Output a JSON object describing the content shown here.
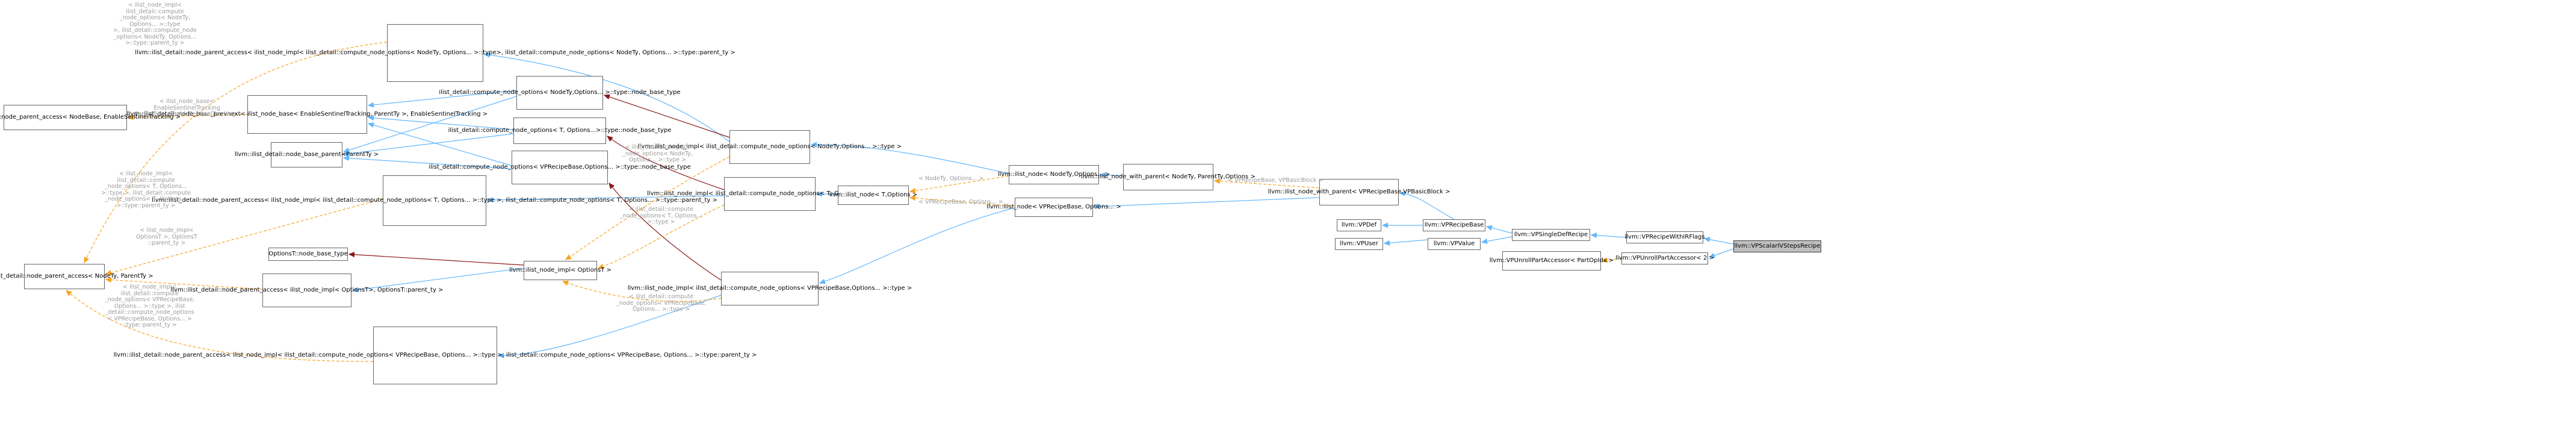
{
  "colors": {
    "inherit": "#63b8ff",
    "template": "#f6a522",
    "usage": "#8b1a1a",
    "node_border": "#666666",
    "root_fill": "#bfbfbf",
    "label_text": "#9a9a9a"
  },
  "nodes": [
    {
      "id": "n_npa_nb",
      "type": "class",
      "lines": [
        "llvm::ilist_detail",
        "::node_parent_access",
        "< NodeBase, EnableSentinelTracking >"
      ]
    },
    {
      "id": "n_npa_nt",
      "type": "class",
      "lines": [
        "llvm::ilist_detail",
        "::node_parent_access",
        "< NodeTy, ParentTy >"
      ]
    },
    {
      "id": "n_nbp_t",
      "type": "class",
      "lines": [
        "llvm::ilist_detail",
        "::node_base_prevnext",
        "< ilist_node_base< EnableSentinel",
        "Tracking, ParentTy >, EnableSentinel",
        "Tracking >"
      ]
    },
    {
      "id": "n_nbparent",
      "type": "class",
      "lines": [
        "llvm::ilist_detail",
        "::node_base_parent<",
        "ParentTy >"
      ]
    },
    {
      "id": "n_npa_top",
      "type": "class",
      "lines": [
        "llvm::ilist_detail",
        "::node_parent_access",
        "< ilist_node_impl< ilist",
        "_detail::compute_node_options",
        "< NodeTy, Options... >::type",
        ">, ilist_detail::compute_node",
        "_options< NodeTy, Options... >",
        "::type::parent_ty >"
      ]
    },
    {
      "id": "n_cno_nt",
      "type": "class",
      "lines": [
        "ilist_detail::compute",
        "_node_options< NodeTy,",
        "Options... >::type::node",
        "_base_type"
      ]
    },
    {
      "id": "n_cno_t",
      "type": "class",
      "lines": [
        "ilist_detail::compute",
        "_node_options< T, Options...",
        ">::type::node_base_type"
      ]
    },
    {
      "id": "n_cno_vpr",
      "type": "class",
      "lines": [
        "ilist_detail::compute",
        "_node_options< VPRecipeBase,",
        "Options... >::type::node",
        "_base_type"
      ]
    },
    {
      "id": "n_npa_mid",
      "type": "class",
      "lines": [
        "llvm::ilist_detail",
        "::node_parent_access",
        "< ilist_node_impl< ilist",
        "_detail::compute_node_options",
        "< T, Options... >::type >, ilist",
        "_detail::compute_node_options",
        "< T, Options... >::type::parent_ty >"
      ]
    },
    {
      "id": "n_opt_nbt",
      "type": "class",
      "lines": [
        "OptionsT::node_base_type"
      ]
    },
    {
      "id": "n_npa_opt",
      "type": "class",
      "lines": [
        "llvm::ilist_detail",
        "::node_parent_access",
        "< ilist_node_impl< OptionsT",
        ">, OptionsT::parent_ty >"
      ]
    },
    {
      "id": "n_npa_bot",
      "type": "class",
      "lines": [
        "llvm::ilist_detail",
        "::node_parent_access",
        "< ilist_node_impl< ilist",
        "_detail::compute_node_options",
        "< VPRecipeBase, Options... >",
        "::type >, ilist_detail::compute",
        "_node_options< VPRecipeBase, Options... >",
        "::type::parent_ty >"
      ]
    },
    {
      "id": "n_impl_opt",
      "type": "class",
      "lines": [
        "llvm::ilist_node_impl",
        "< OptionsT >"
      ]
    },
    {
      "id": "n_impl_nt",
      "type": "class",
      "lines": [
        "llvm::ilist_node_impl",
        "< ilist_detail::compute",
        "_node_options< NodeTy,",
        "Options... >::type >"
      ]
    },
    {
      "id": "n_impl_t",
      "type": "class",
      "lines": [
        "llvm::ilist_node_impl",
        "< ilist_detail::compute",
        "_node_options< T, Options...",
        ">::type >"
      ]
    },
    {
      "id": "n_impl_vpr",
      "type": "class",
      "lines": [
        "llvm::ilist_node_impl",
        "< ilist_detail::compute",
        "_node_options< VPRecipeBase,",
        "Options... >::type >"
      ]
    },
    {
      "id": "n_node_t",
      "type": "class",
      "lines": [
        "llvm::ilist_node< T,",
        "Options >"
      ]
    },
    {
      "id": "n_node_nt",
      "type": "class",
      "lines": [
        "llvm::ilist_node< NodeTy,",
        "Options... >"
      ]
    },
    {
      "id": "n_node_vpr",
      "type": "class",
      "lines": [
        "llvm::ilist_node< VPRecipe",
        "Base, Options... >"
      ]
    },
    {
      "id": "n_nwp_t",
      "type": "class",
      "lines": [
        "llvm::ilist_node_with",
        "_parent< NodeTy, ParentTy,",
        "Options >"
      ]
    },
    {
      "id": "n_nwp_vpr",
      "type": "class",
      "lines": [
        "llvm::ilist_node_with",
        "_parent< VPRecipeBase,",
        "VPBasicBlock >"
      ]
    },
    {
      "id": "n_vpdef",
      "type": "class",
      "lines": [
        "llvm::VPDef"
      ]
    },
    {
      "id": "n_vpuser",
      "type": "class",
      "lines": [
        "llvm::VPUser"
      ]
    },
    {
      "id": "n_vprb",
      "type": "class",
      "lines": [
        "llvm::VPRecipeBase"
      ]
    },
    {
      "id": "n_vpvalue",
      "type": "class",
      "lines": [
        "llvm::VPValue"
      ]
    },
    {
      "id": "n_vpsdr",
      "type": "class",
      "lines": [
        "llvm::VPSingleDefRecipe"
      ]
    },
    {
      "id": "n_vpupa_t",
      "type": "class",
      "lines": [
        "llvm::VPUnrollPartAccessor",
        "< PartOpIdx >"
      ]
    },
    {
      "id": "n_vprwf",
      "type": "class",
      "lines": [
        "llvm::VPRecipeWithIRFlags"
      ]
    },
    {
      "id": "n_vpupa_2",
      "type": "class",
      "lines": [
        "llvm::VPUnrollPartAccessor< 2 >"
      ]
    },
    {
      "id": "n_root",
      "type": "root",
      "lines": [
        "llvm::VPScalarIVStepsRecipe"
      ]
    }
  ],
  "edge_labels": [
    {
      "id": "l1",
      "lines": [
        "< ilist_node_impl<",
        " ilist_detail::compute",
        "_node_options< NodeTy,",
        " Options... >::type",
        " >, ilist_detail::compute_node",
        "_options< NodeTy, Options...",
        " >::type::parent_ty >"
      ]
    },
    {
      "id": "l2",
      "lines": [
        "< ilist_node_base<",
        " EnableSentinelTracking",
        ", ParentTy >, EnableSentinelTracking >"
      ]
    },
    {
      "id": "l3",
      "lines": [
        "< ilist_node_impl<",
        " ilist_detail::compute",
        "_node_options< T, Options...",
        " >::type >, ilist_detail::compute",
        "_node_options< T, Options...",
        " >::type::parent_ty >"
      ]
    },
    {
      "id": "l4",
      "lines": [
        "< ilist_node_impl<",
        " OptionsT >, OptionsT",
        "::parent_ty >"
      ]
    },
    {
      "id": "l5",
      "lines": [
        "< ilist_node_impl<",
        " ilist_detail::compute",
        "_node_options< VPRecipeBase,",
        " Options... >::type >, ilist",
        "_detail::compute_node_options",
        "< VPRecipeBase, Options... >",
        "::type::parent_ty >"
      ]
    },
    {
      "id": "l6",
      "lines": [
        "< ilist_detail::compute",
        "_node_options< NodeTy,",
        " Options... >::type >"
      ]
    },
    {
      "id": "l7",
      "lines": [
        "< ilist_detail::compute",
        "_node_options< T, Options...",
        " >::type >"
      ]
    },
    {
      "id": "l8",
      "lines": [
        "< ilist_detail::compute",
        "_node_options< VPRecipeBase,",
        " Options... >::type >"
      ]
    },
    {
      "id": "l9",
      "lines": [
        "< NodeTy, Options... >"
      ]
    },
    {
      "id": "l10",
      "lines": [
        "< VPRecipeBase, Options... >"
      ]
    },
    {
      "id": "l11",
      "lines": [
        "< VPRecipeBase, VPBasicBlock >"
      ]
    }
  ]
}
